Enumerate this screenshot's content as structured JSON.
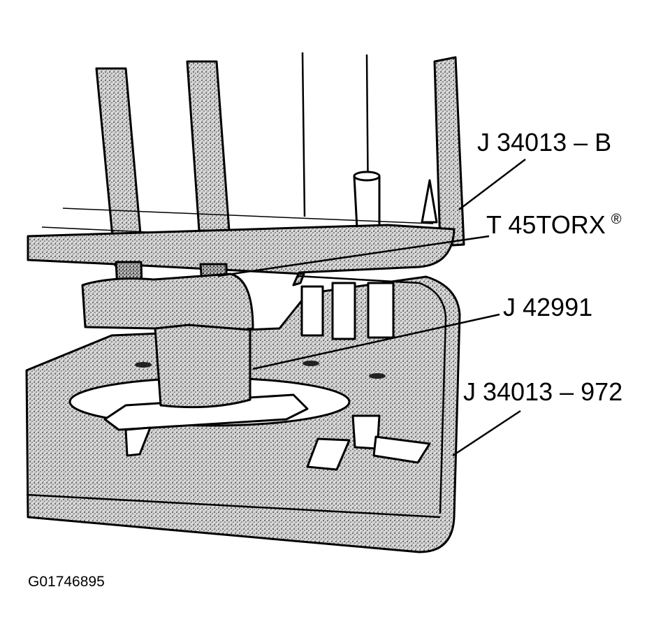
{
  "figure": {
    "callouts": [
      {
        "id": "j34013b",
        "text": "J 34013 – B"
      },
      {
        "id": "t45torx",
        "text": "T 45TORX",
        "sup": "®"
      },
      {
        "id": "j42991",
        "text": "J 42991"
      },
      {
        "id": "j34013972",
        "text": "J 34013 – 972"
      }
    ],
    "figure_id": "G01746895"
  }
}
